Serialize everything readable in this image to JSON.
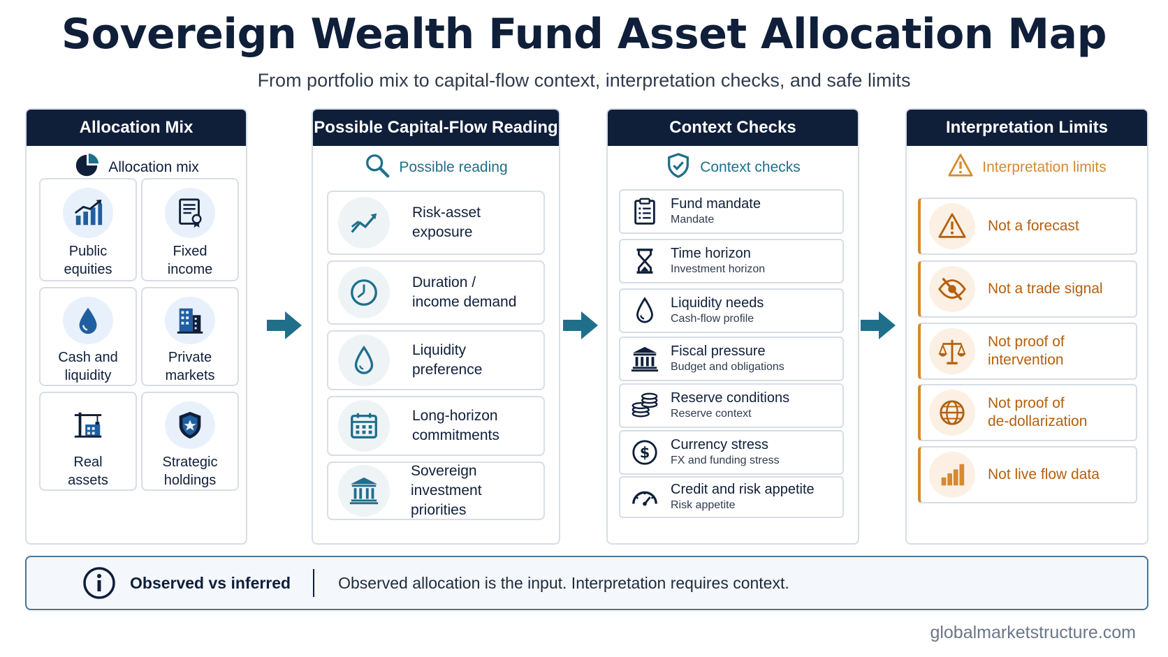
{
  "title": "Sovereign Wealth Fund Asset Allocation Map",
  "subtitle": "From portfolio mix to capital-flow context, interpretation checks, and safe limits",
  "colors": {
    "navy": "#0f1f3a",
    "teal": "#1f6f8b",
    "orange": "#d58a2e",
    "border": "#d7dde6"
  },
  "columns": {
    "allocation": {
      "header": "Allocation Mix",
      "subheading": "Allocation mix",
      "icon": "pie-chart-icon",
      "tiles": [
        {
          "label_line1": "Public",
          "label_line2": "equities",
          "icon": "bar-chart-up-icon"
        },
        {
          "label_line1": "Fixed",
          "label_line2": "income",
          "icon": "certificate-document-icon"
        },
        {
          "label_line1": "Cash and",
          "label_line2": "liquidity",
          "icon": "water-drop-icon"
        },
        {
          "label_line1": "Private",
          "label_line2": "markets",
          "icon": "office-building-icon"
        },
        {
          "label_line1": "Real",
          "label_line2": "assets",
          "icon": "construction-crane-icon"
        },
        {
          "label_line1": "Strategic",
          "label_line2": "holdings",
          "icon": "shield-star-icon"
        }
      ]
    },
    "reading": {
      "header": "Possible Capital-Flow Reading",
      "subheading": "Possible reading",
      "icon": "magnifier-icon",
      "items": [
        {
          "label_line1": "Risk-asset",
          "label_line2": "exposure",
          "icon": "trend-up-icon"
        },
        {
          "label_line1": "Duration /",
          "label_line2": "income demand",
          "icon": "clock-icon"
        },
        {
          "label_line1": "Liquidity",
          "label_line2": "preference",
          "icon": "water-drop-icon"
        },
        {
          "label_line1": "Long-horizon",
          "label_line2": "commitments",
          "icon": "calendar-icon"
        },
        {
          "label_line1": "Sovereign investment",
          "label_line2": "priorities",
          "icon": "government-building-icon"
        }
      ]
    },
    "checks": {
      "header": "Context Checks",
      "subheading": "Context checks",
      "icon": "shield-check-icon",
      "items": [
        {
          "title": "Fund mandate",
          "detail": "Mandate",
          "icon": "clipboard-list-icon"
        },
        {
          "title": "Time horizon",
          "detail": "Investment horizon",
          "icon": "hourglass-icon"
        },
        {
          "title": "Liquidity needs",
          "detail": "Cash-flow profile",
          "icon": "water-drop-icon"
        },
        {
          "title": "Fiscal pressure",
          "detail": "Budget and obligations",
          "icon": "government-building-icon"
        },
        {
          "title": "Reserve conditions",
          "detail": "Reserve context",
          "icon": "coin-stack-icon"
        },
        {
          "title": "Currency stress",
          "detail": "FX and funding stress",
          "icon": "dollar-circle-icon"
        },
        {
          "title": "Credit and risk appetite",
          "detail": "Risk appetite",
          "icon": "gauge-icon"
        }
      ]
    },
    "limits": {
      "header": "Interpretation Limits",
      "subheading": "Interpretation limits",
      "icon": "warning-triangle-icon",
      "items": [
        {
          "label_line1": "Not a forecast",
          "label_line2": "",
          "icon": "warning-triangle-icon"
        },
        {
          "label_line1": "Not a trade signal",
          "label_line2": "",
          "icon": "eye-slash-icon"
        },
        {
          "label_line1": "Not proof of",
          "label_line2": "intervention",
          "icon": "scales-icon"
        },
        {
          "label_line1": "Not proof of",
          "label_line2": "de-dollarization",
          "icon": "globe-icon"
        },
        {
          "label_line1": "Not live flow data",
          "label_line2": "",
          "icon": "bar-chart-icon"
        }
      ]
    }
  },
  "banner": {
    "icon": "info-icon",
    "title": "Observed vs inferred",
    "text": "Observed allocation is the input. Interpretation requires context."
  },
  "footer": "globalmarketstructure.com"
}
